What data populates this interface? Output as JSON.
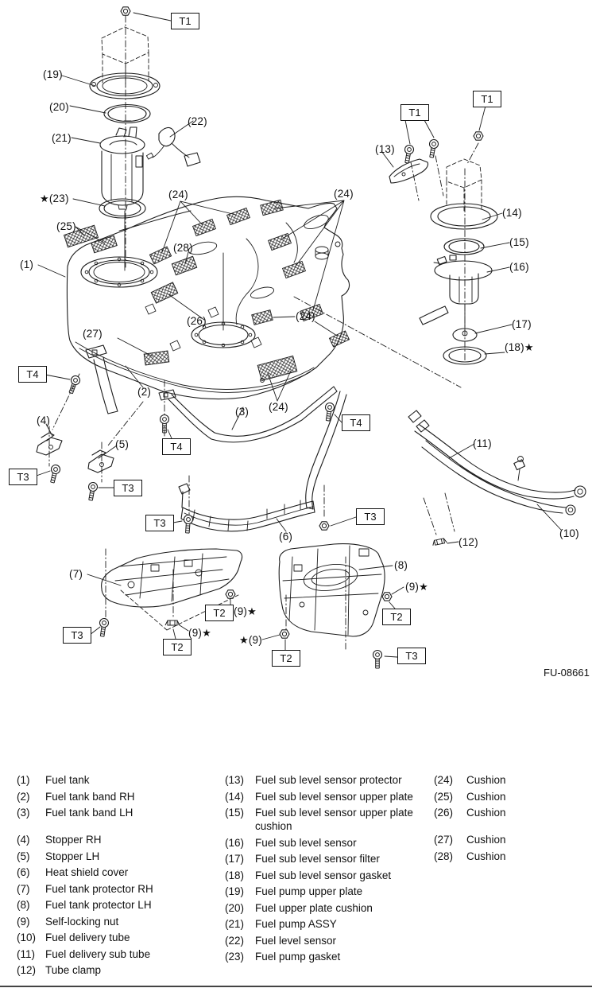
{
  "diagram": {
    "figure_code": "FU-08661",
    "star": "★",
    "tool_labels": {
      "t1": "T1",
      "t2": "T2",
      "t3": "T3",
      "t4": "T4"
    },
    "callouts": {
      "c1": "(1)",
      "c2": "(2)",
      "c3": "(3)",
      "c4": "(4)",
      "c5": "(5)",
      "c6": "(6)",
      "c7": "(7)",
      "c8": "(8)",
      "c9": "(9)",
      "c10": "(10)",
      "c11": "(11)",
      "c12": "(12)",
      "c13": "(13)",
      "c14": "(14)",
      "c15": "(15)",
      "c16": "(16)",
      "c17": "(17)",
      "c18": "(18)",
      "c19": "(19)",
      "c20": "(20)",
      "c21": "(21)",
      "c22": "(22)",
      "c23": "(23)",
      "c24": "(24)",
      "c25": "(25)",
      "c26": "(26)",
      "c27": "(27)",
      "c28": "(28)"
    }
  },
  "legend": {
    "col1": [
      {
        "num": "(1)",
        "name": "Fuel tank"
      },
      {
        "num": "(2)",
        "name": "Fuel tank band RH"
      },
      {
        "num": "(3)",
        "name": "Fuel tank band LH"
      },
      {
        "num": "(4)",
        "name": "Stopper RH"
      },
      {
        "num": "(5)",
        "name": "Stopper LH"
      },
      {
        "num": "(6)",
        "name": "Heat shield cover"
      },
      {
        "num": "(7)",
        "name": "Fuel tank protector RH"
      },
      {
        "num": "(8)",
        "name": "Fuel tank protector LH"
      },
      {
        "num": "(9)",
        "name": "Self-locking nut"
      },
      {
        "num": "(10)",
        "name": "Fuel delivery tube"
      },
      {
        "num": "(11)",
        "name": "Fuel delivery sub tube"
      },
      {
        "num": "(12)",
        "name": "Tube clamp"
      }
    ],
    "col2": [
      {
        "num": "(13)",
        "name": "Fuel sub level sensor protector"
      },
      {
        "num": "(14)",
        "name": "Fuel sub level sensor upper plate"
      },
      {
        "num": "(15)",
        "name": "Fuel sub level sensor upper plate cushion"
      },
      {
        "num": "(16)",
        "name": "Fuel sub level sensor"
      },
      {
        "num": "(17)",
        "name": "Fuel sub level sensor filter"
      },
      {
        "num": "(18)",
        "name": "Fuel sub level sensor gasket"
      },
      {
        "num": "(19)",
        "name": "Fuel pump upper plate"
      },
      {
        "num": "(20)",
        "name": "Fuel upper plate cushion"
      },
      {
        "num": "(21)",
        "name": "Fuel pump ASSY"
      },
      {
        "num": "(22)",
        "name": "Fuel level sensor"
      },
      {
        "num": "(23)",
        "name": "Fuel pump gasket"
      }
    ],
    "col3": [
      {
        "num": "(24)",
        "name": "Cushion"
      },
      {
        "num": "(25)",
        "name": "Cushion"
      },
      {
        "num": "(26)",
        "name": "Cushion"
      },
      {
        "num": "(27)",
        "name": "Cushion"
      },
      {
        "num": "(28)",
        "name": "Cushion"
      }
    ]
  }
}
